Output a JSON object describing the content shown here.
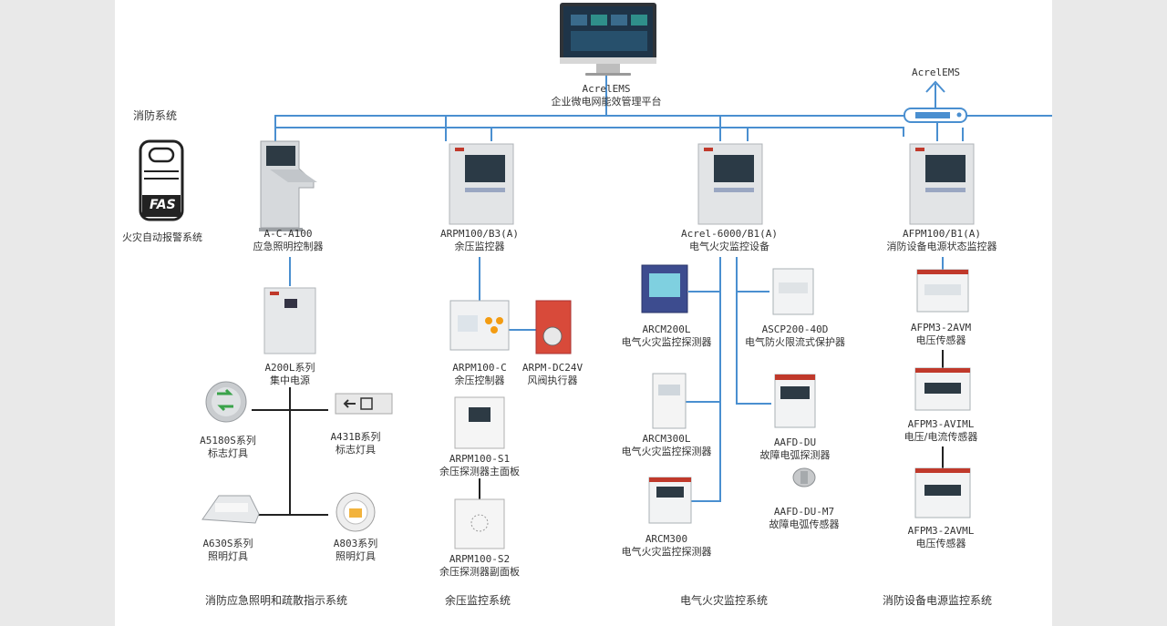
{
  "platform": {
    "line1": "AcrelEMS",
    "line2": "企业微电网能效管理平台"
  },
  "gateway_label": "AcrelEMS",
  "fire_system_label": "消防系统",
  "fas": {
    "badge": "FAS",
    "label": "火灾自动报警系统"
  },
  "devices": {
    "a_c_a100": {
      "l1": "A-C-A100",
      "l2": "应急照明控制器"
    },
    "arpm100_b3": {
      "l1": "ARPM100/B3(A)",
      "l2": "余压监控器"
    },
    "acrel6000": {
      "l1": "Acrel-6000/B1(A)",
      "l2": "电气火灾监控设备"
    },
    "afpm100": {
      "l1": "AFPM100/B1(A)",
      "l2": "消防设备电源状态监控器"
    },
    "a200l": {
      "l1": "A200L系列",
      "l2": "集中电源"
    },
    "a5180s": {
      "l1": "A5180S系列",
      "l2": "标志灯具"
    },
    "a431b": {
      "l1": "A431B系列",
      "l2": "标志灯具"
    },
    "a630s": {
      "l1": "A630S系列",
      "l2": "照明灯具"
    },
    "a803": {
      "l1": "A803系列",
      "l2": "照明灯具"
    },
    "arpm100_c": {
      "l1": "ARPM100-C",
      "l2": "余压控制器"
    },
    "arpm_dc24v": {
      "l1": "ARPM-DC24V",
      "l2": "风阀执行器"
    },
    "arpm100_s1": {
      "l1": "ARPM100-S1",
      "l2": "余压探测器主面板"
    },
    "arpm100_s2": {
      "l1": "ARPM100-S2",
      "l2": "余压探测器副面板"
    },
    "arcm200l": {
      "l1": "ARCM200L",
      "l2": "电气火灾监控探测器"
    },
    "ascp200": {
      "l1": "ASCP200-40D",
      "l2": "电气防火限流式保护器"
    },
    "arcm300l": {
      "l1": "ARCM300L",
      "l2": "电气火灾监控探测器"
    },
    "aafd_du": {
      "l1": "AAFD-DU",
      "l2": "故障电弧探测器"
    },
    "aafd_du_m7": {
      "l1": "AAFD-DU-M7",
      "l2": "故障电弧传感器"
    },
    "arcm300": {
      "l1": "ARCM300",
      "l2": "电气火灾监控探测器"
    },
    "afpm3_2avm": {
      "l1": "AFPM3-2AVM",
      "l2": "电压传感器"
    },
    "afpm3_aviml": {
      "l1": "AFPM3-AVIML",
      "l2": "电压/电流传感器"
    },
    "afpm3_2avml": {
      "l1": "AFPM3-2AVML",
      "l2": "电压传感器"
    }
  },
  "systems": {
    "emergency": "消防应急照明和疏散指示系统",
    "residual": "余压监控系统",
    "electrical": "电气火灾监控系统",
    "power": "消防设备电源监控系统"
  },
  "colors": {
    "bus": "#4a8fd0",
    "black_line": "#222222",
    "logo_red": "#c0392b"
  }
}
